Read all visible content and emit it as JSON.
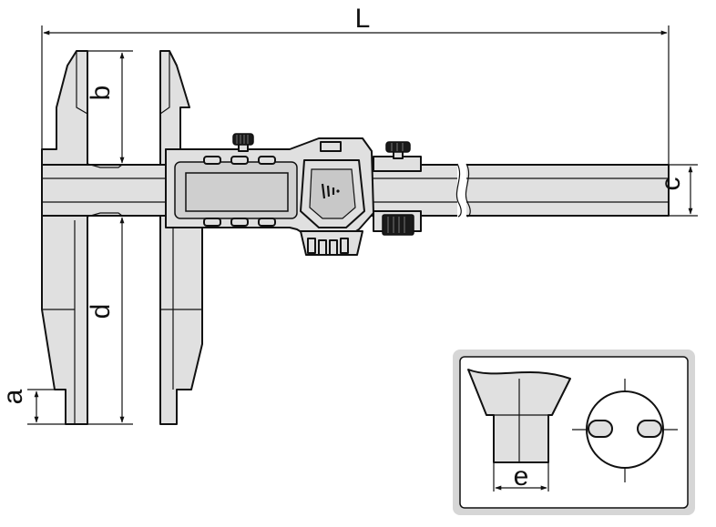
{
  "diagram": {
    "labels": {
      "L": "L",
      "b": "b",
      "c": "c",
      "d": "d",
      "a": "a",
      "e": "e"
    }
  }
}
